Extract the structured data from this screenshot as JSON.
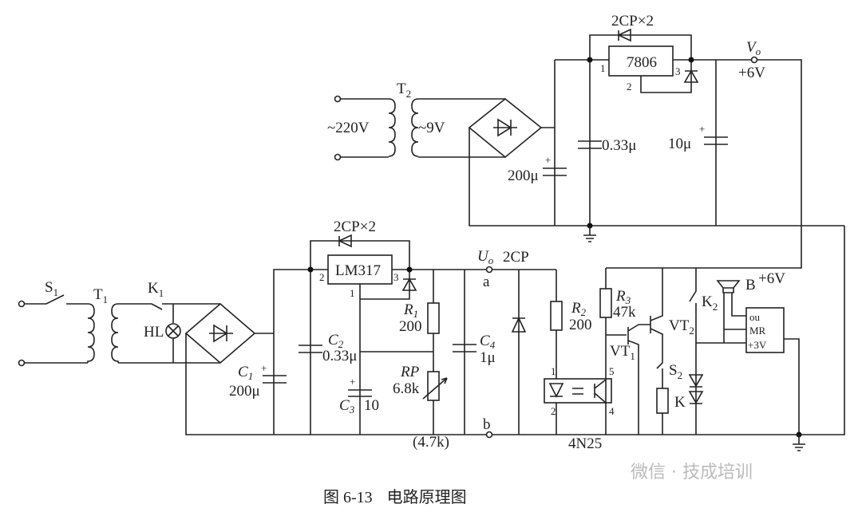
{
  "caption": {
    "figure": "图 6-13",
    "title": "电路原理图"
  },
  "watermark": "微信 · 技成培训",
  "top_supply": {
    "transformer": "T",
    "transformer_sub": "2",
    "primary": "~220V",
    "secondary": "~9V",
    "filter_cap": "200μ",
    "regulator": "7806",
    "pin1": "1",
    "pin2": "2",
    "pin3": "3",
    "diodes": "2CP×2",
    "bypass_cap": "0.33μ",
    "out_cap": "10μ",
    "out_label": "V",
    "out_sub": "o",
    "out_voltage": "+6V"
  },
  "bottom_supply": {
    "switch": "S",
    "switch_sub": "1",
    "transformer": "T",
    "transformer_sub": "1",
    "relay": "K",
    "relay_sub": "1",
    "lamp": "HL",
    "c1": "C",
    "c1_sub": "1",
    "c1_val": "200μ",
    "regulator": "LM317",
    "pin1": "1",
    "pin2": "2",
    "pin3": "3",
    "diodes": "2CP×2",
    "c2": "C",
    "c2_sub": "2",
    "c2_val": "0.33μ",
    "c3": "C",
    "c3_sub": "3",
    "c3_val": "10",
    "r1": "R",
    "r1_sub": "1",
    "r1_val": "200",
    "rp": "RP",
    "rp_val": "6.8k",
    "rp_alt": "(4.7k)",
    "c4": "C",
    "c4_sub": "4",
    "c4_val": "1μ",
    "out_label": "U",
    "out_sub": "o",
    "node_a": "a",
    "node_b": "b",
    "diode": "2CP"
  },
  "alarm": {
    "r2": "R",
    "r2_sub": "2",
    "r2_val": "200",
    "r3": "R",
    "r3_sub": "3",
    "r3_val": "47k",
    "opto": "4N25",
    "opto_pins": [
      "1",
      "2",
      "5",
      "4"
    ],
    "vt1": "VT",
    "vt1_sub": "1",
    "vt2": "VT",
    "vt2_sub": "2",
    "s2": "S",
    "s2_sub": "2",
    "relay_coil": "K",
    "k2": "K",
    "k2_sub": "2",
    "buzzer": "B",
    "supply": "+6V",
    "ic_pins": [
      "ou",
      "MR",
      "+3V"
    ]
  }
}
